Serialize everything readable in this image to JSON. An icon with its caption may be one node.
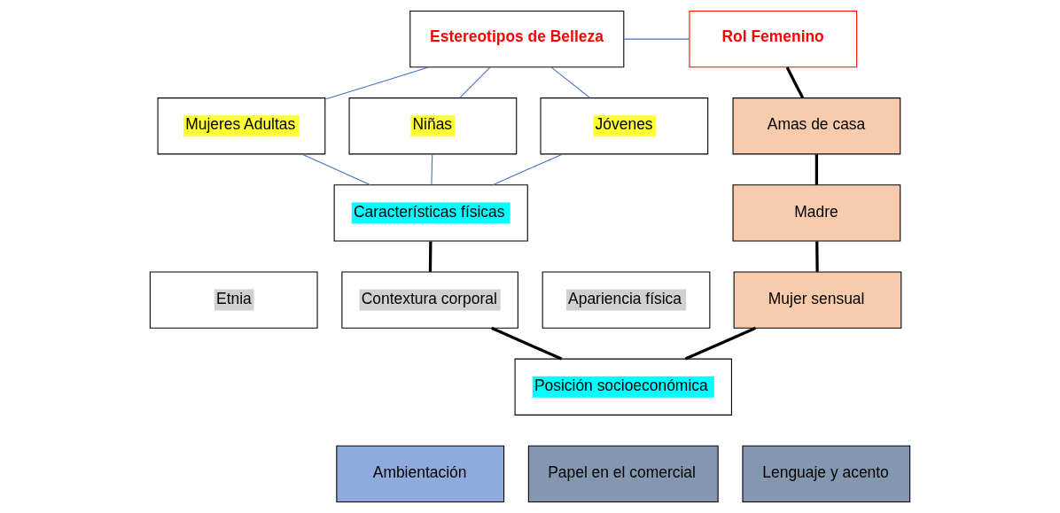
{
  "diagram": {
    "nodes": [
      {
        "text": [
          "Estereotipos de Belleza"
        ]
      },
      {
        "text": [
          "Rol Femenino"
        ]
      },
      {
        "text": [
          "Mujeres Adultas"
        ]
      },
      {
        "text": [
          "Niñas"
        ]
      },
      {
        "text": [
          "Jóvenes"
        ]
      },
      {
        "text": [
          "Amas de casa"
        ]
      },
      {
        "text": [
          "Características físicas"
        ]
      },
      {
        "text": [
          "Madre"
        ]
      },
      {
        "text": [
          "Etnia"
        ]
      },
      {
        "text": [
          "Contextura corporal"
        ]
      },
      {
        "text": [
          "Apariencia física"
        ]
      },
      {
        "text": [
          "Mujer sensual"
        ]
      },
      {
        "text": [
          "Posición socioeconómica"
        ]
      },
      {
        "text": [
          "Ambientación"
        ]
      },
      {
        "text": [
          "Papel en el comercial"
        ]
      },
      {
        "text": [
          "Lenguaje y acento"
        ]
      }
    ],
    "edges": [
      {
        "from": 0,
        "to": 1,
        "arrow": "none"
      },
      {
        "from": 0,
        "to": 2,
        "arrow": "none"
      },
      {
        "from": 0,
        "to": 3,
        "arrow": "none"
      },
      {
        "from": 0,
        "to": 4,
        "arrow": "none"
      },
      {
        "from": 2,
        "to": 6,
        "arrow": "none"
      },
      {
        "from": 3,
        "to": 6,
        "arrow": "none"
      },
      {
        "from": 4,
        "to": 6,
        "arrow": "none"
      },
      {
        "from": 1,
        "to": 5,
        "arrow": "none",
        "style": "thick",
        "color": "#000000"
      },
      {
        "from": 5,
        "to": 7,
        "arrow": "none",
        "style": "thick",
        "color": "#000000"
      },
      {
        "from": 7,
        "to": 11,
        "arrow": "none",
        "style": "thick",
        "color": "#000000"
      },
      {
        "from": 6,
        "to": 9,
        "arrow": "none",
        "style": "thick",
        "color": "#000000"
      },
      {
        "from": 9,
        "to": 12,
        "arrow": "none",
        "style": "thick",
        "color": "#000000"
      },
      {
        "from": 11,
        "to": 12,
        "arrow": "none",
        "style": "thick",
        "color": "#000000"
      }
    ]
  }
}
